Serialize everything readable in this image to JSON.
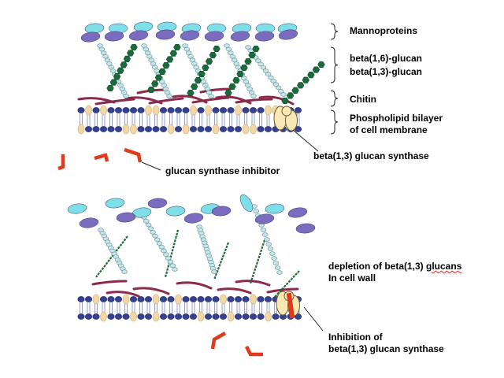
{
  "top_panel": {
    "labels": {
      "mannoproteins": "Mannoproteins",
      "beta16_glucan": "beta(1,6)-glucan",
      "beta13_glucan": "beta(1,3)-glucan",
      "chitin": "Chitin",
      "bilayer_line1": "Phospholipid bilayer",
      "bilayer_line2": "of cell membrane",
      "synthase": "beta(1,3) glucan synthase",
      "inhibitor": "glucan synthase inhibitor"
    }
  },
  "bottom_panel": {
    "labels": {
      "depletion_line1_prefix": "depletion of beta(1,3) ",
      "depletion_line1_word": "glucans",
      "depletion_line2": "In cell wall",
      "inhibition_line1": "Inhibition of",
      "inhibition_line2": "beta(1,3) glucan synthase"
    }
  },
  "colors": {
    "mannoprotein_cyan": "#7fdfe8",
    "mannoprotein_purple": "#7b6cc0",
    "beta16_glucan_bead": "#c9e6e8",
    "beta13_glucan_green": "#1a6b3c",
    "chitin_maroon": "#8b2a4a",
    "lipid_head_blue": "#35408f",
    "lipid_head_tan": "#f3d7a6",
    "synthase_cream": "#f7e8b5",
    "inhibitor_red": "#e03a1c"
  }
}
